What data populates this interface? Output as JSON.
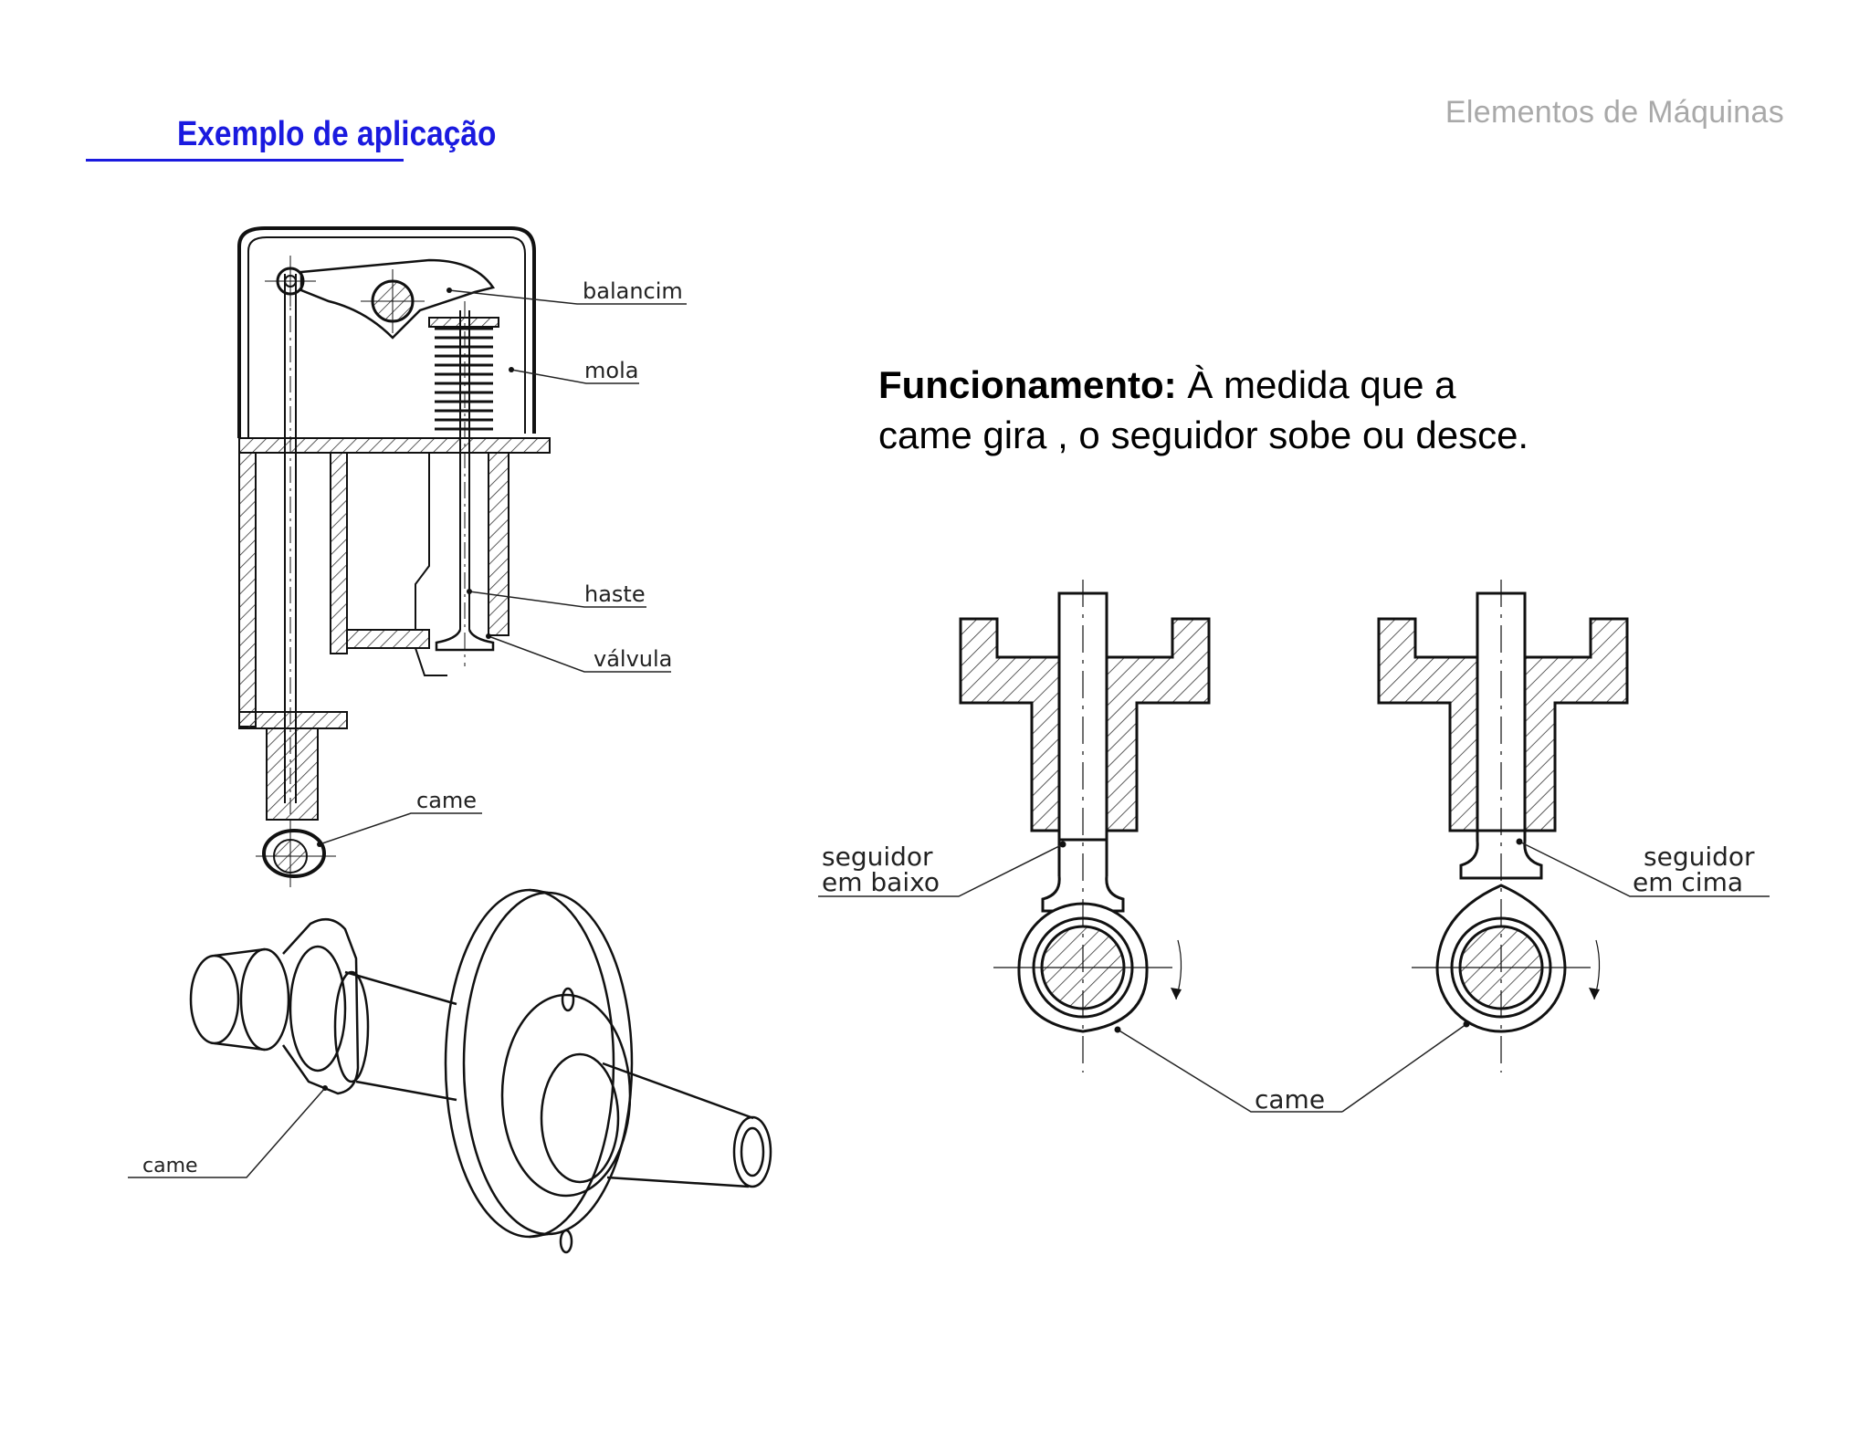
{
  "header": {
    "course_title": "Elementos de Máquinas",
    "section_title": "Exemplo de aplicação"
  },
  "description": {
    "label": "Funcionamento:",
    "text_line1": " À medida que a",
    "text_line2": "came gira , o seguidor sobe ou desce."
  },
  "engine_diagram": {
    "labels": {
      "balancim": "balancim",
      "mola": "mola",
      "haste": "haste",
      "valvula": "válvula",
      "came": "came"
    }
  },
  "camshaft_drawing": {
    "label_came": "came"
  },
  "follower_diagram": {
    "left_label_line1": "seguidor",
    "left_label_line2": "em  baixo",
    "right_label_line1": "seguidor",
    "right_label_line2": "em  cima",
    "came_label": "came"
  },
  "colors": {
    "title_blue": "#1a1adf",
    "header_gray": "#a9a9a9"
  }
}
